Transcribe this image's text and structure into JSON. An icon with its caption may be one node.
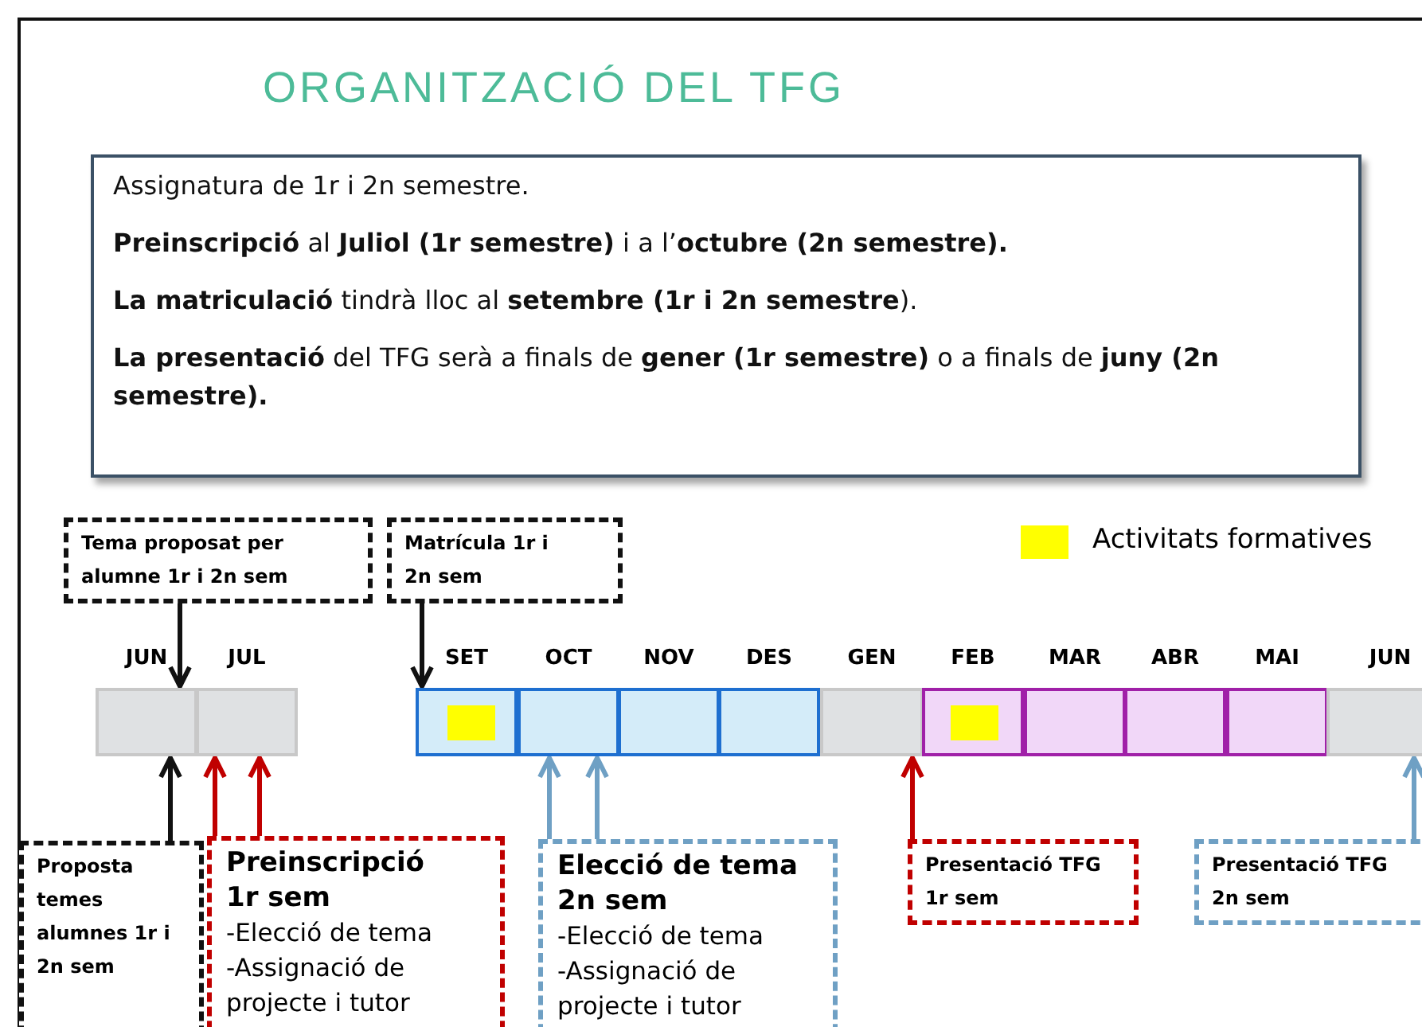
{
  "diagram": {
    "title": "ORGANITZACIÓ DEL TFG",
    "nodes": [
      {
        "text": [
          "Assignatura de 1r i 2n semestre.",
          "**Preinscripció** al **Juliol (1r semestre)** i a l’**octubre (2n semestre).**",
          "**La matriculació** tindrà lloc al **setembre (1r i 2n semestre**).",
          "**La presentació** del TFG serà a finals de **gener (1r semestre)** o a finals de **juny (2n semestre).**"
        ]
      },
      {
        "text": [
          "Tema proposat per alumne 1r i 2n sem"
        ]
      },
      {
        "text": [
          "Matrícula 1r i 2n sem"
        ]
      },
      {
        "text": [
          "JUN"
        ]
      },
      {
        "text": [
          "JUL"
        ]
      },
      {
        "text": [
          "SET"
        ]
      },
      {
        "text": [
          "OCT"
        ]
      },
      {
        "text": [
          "NOV"
        ]
      },
      {
        "text": [
          "DES"
        ]
      },
      {
        "text": [
          "GEN"
        ]
      },
      {
        "text": [
          "FEB"
        ]
      },
      {
        "text": [
          "MAR"
        ]
      },
      {
        "text": [
          "ABR"
        ]
      },
      {
        "text": [
          "MAI"
        ]
      },
      {
        "text": [
          "JUN"
        ]
      },
      {
        "text": [
          "Proposta temes alumnes 1r i 2n sem"
        ]
      },
      {
        "text": [
          "Preinscripció 1r sem",
          "-Elecció de tema",
          "-Assignació de projecte i tutor"
        ]
      },
      {
        "text": [
          "Elecció de tema 2n sem",
          "-Elecció de tema",
          "-Assignació de projecte i tutor"
        ]
      },
      {
        "text": [
          "Presentació TFG 1r sem"
        ]
      },
      {
        "text": [
          "Presentació TFG 2n sem"
        ]
      }
    ],
    "edges": [
      {
        "from": 1,
        "to": 3,
        "arrow": "to"
      },
      {
        "from": 2,
        "to": 5,
        "arrow": "to"
      },
      {
        "from": 15,
        "to": 3,
        "arrow": "to"
      },
      {
        "from": 16,
        "to": 4,
        "arrow": "to",
        "color": "#c00000"
      },
      {
        "from": 16,
        "to": 4,
        "arrow": "to",
        "color": "#c00000"
      },
      {
        "from": 17,
        "to": 6,
        "arrow": "to",
        "color": "#6fa0c4"
      },
      {
        "from": 17,
        "to": 6,
        "arrow": "to",
        "color": "#6fa0c4"
      },
      {
        "from": 18,
        "to": 9,
        "arrow": "to",
        "color": "#c00000"
      },
      {
        "from": 19,
        "to": 14,
        "arrow": "to",
        "color": "#6fa0c4"
      }
    ],
    "legend": [
      {
        "text": "Activitats formatives",
        "color": "#ffff00"
      }
    ]
  }
}
